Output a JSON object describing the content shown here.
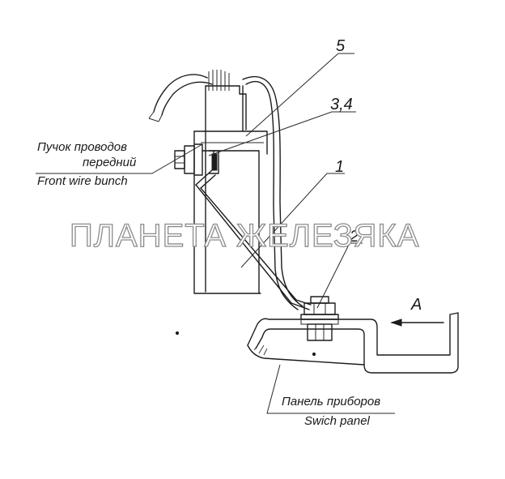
{
  "callouts": {
    "item_5": "5",
    "item_3_4": "3,4",
    "item_1": "1",
    "item_2": "2",
    "view_a": "A"
  },
  "labels": {
    "front_wire_bunch_ru_line1": "Пучок проводов",
    "front_wire_bunch_ru_line2": "передний",
    "front_wire_bunch_en": "Front wire bunch",
    "switch_panel_ru": "Панель приборов",
    "switch_panel_en": "Swich panel"
  },
  "watermark": "ПЛАНЕТА ЖЕЛЕЗЯКА",
  "colors": {
    "line": "#1c1c1c",
    "background": "#ffffff",
    "watermark_outline": "#8c8c8c"
  }
}
